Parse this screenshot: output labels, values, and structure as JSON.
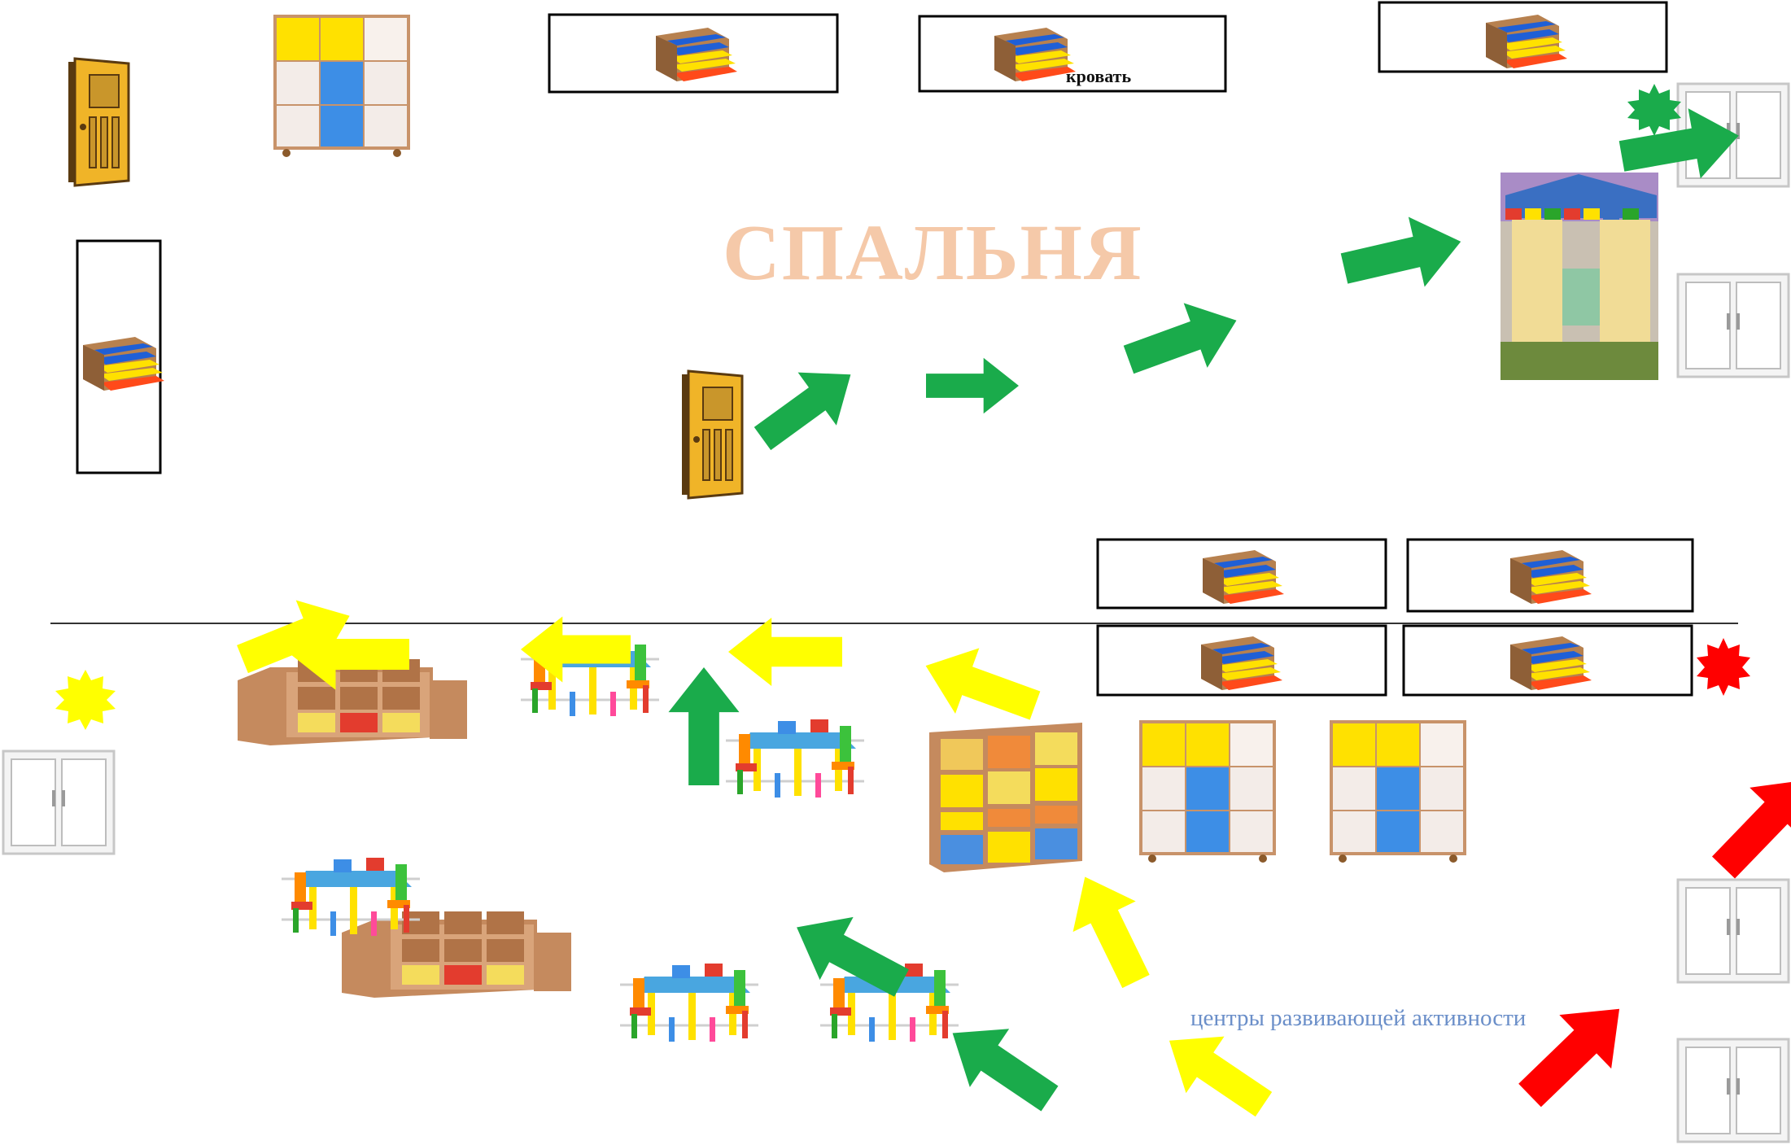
{
  "title": "СПАЛЬНЯ",
  "bed_label": "кровать",
  "caption": "центры развивающей активности",
  "colors": {
    "green_arrow": "#1aab4b",
    "yellow_arrow": "#ffff00",
    "red_arrow": "#ff0000",
    "title": "#f5c9a9",
    "caption": "#6b8fc9"
  },
  "icons": [
    "door-icon",
    "bed-icon",
    "locker-cabinet-icon",
    "shelf-unit-icon",
    "kids-table-icon",
    "window-icon",
    "tent-photo",
    "star-icon",
    "arrow-icon"
  ]
}
